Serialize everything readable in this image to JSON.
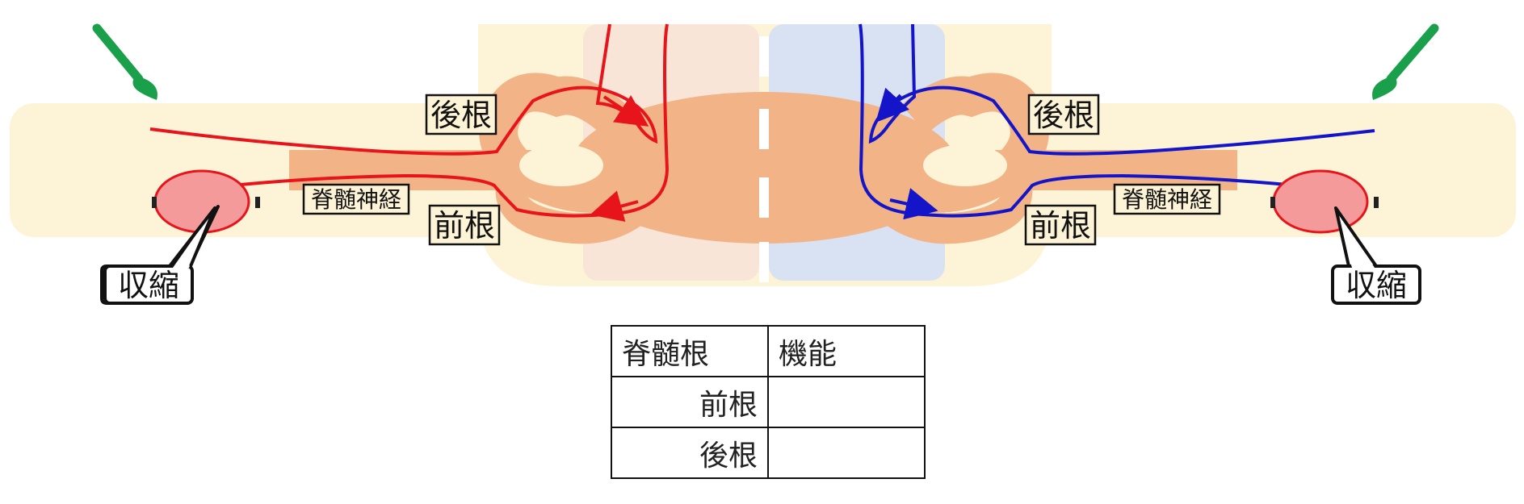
{
  "labels": {
    "dorsal_root_left": "後根",
    "dorsal_root_right": "後根",
    "ventral_root_left": "前根",
    "ventral_root_right": "前根",
    "spinal_nerve_left": "脊髄神経",
    "spinal_nerve_right": "脊髄神経",
    "contraction_left": "収縮",
    "contraction_right": "収縮"
  },
  "icons": {
    "left_brush": "brush-icon",
    "right_brush": "brush-icon"
  },
  "colors": {
    "left_pathway": "#e8141c",
    "right_pathway": "#1414c8",
    "brush": "#1aa04a",
    "muscle_fill": "#f59a9a",
    "cord_fill": "#f2b487",
    "limb_fill": "#fdf3d6"
  },
  "table": {
    "header": [
      "脊髄根",
      "機能"
    ],
    "rows": [
      [
        "前根",
        ""
      ],
      [
        "後根",
        ""
      ]
    ]
  }
}
